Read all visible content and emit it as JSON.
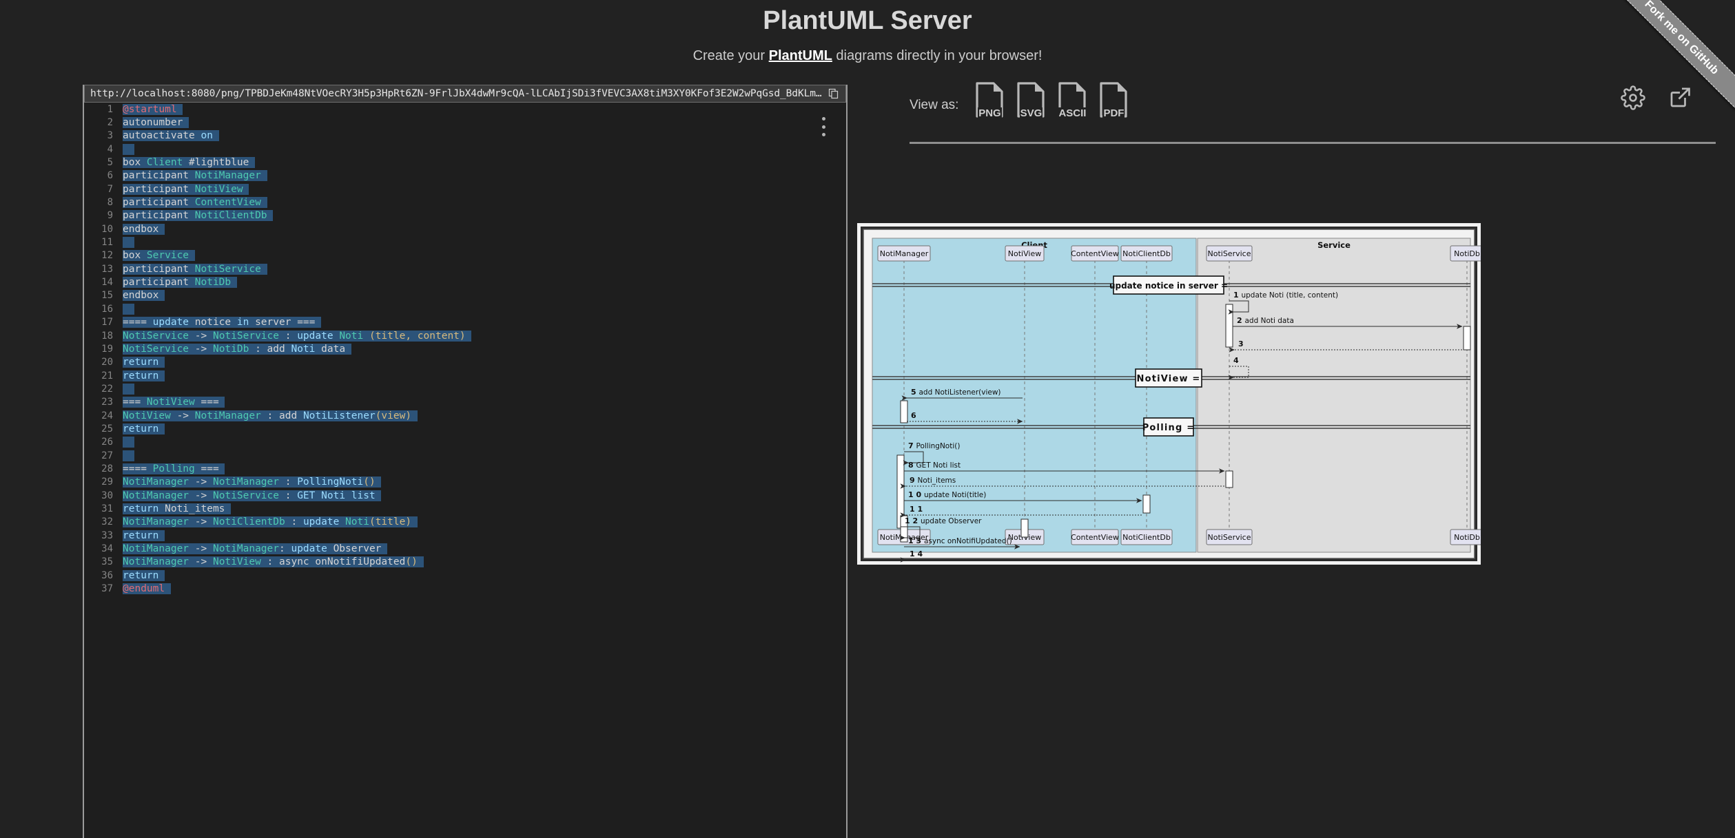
{
  "ribbon": {
    "label": "Fork me on GitHub"
  },
  "header": {
    "title": "PlantUML Server",
    "subtitle_before": "Create your ",
    "subtitle_link": "PlantUML",
    "subtitle_after": " diagrams directly in your browser!"
  },
  "editor": {
    "url": "http://localhost:8080/png/TPBDJeKm48NtVOecRY3H5p3HpRt6ZN-9FrlJbX4dwMr9cQA-lLCAbIjSDi3fVEVC3AX8tiM3XY0KFof3E2W2wPqGsd_BdKLm…",
    "copy_icon": "copy-icon",
    "menu_icon": "kebab-menu-icon",
    "lines": [
      {
        "n": 1,
        "segments": [
          {
            "t": "@startuml",
            "c": "tk-tag"
          }
        ]
      },
      {
        "n": 2,
        "segments": [
          {
            "t": "autonumber",
            "c": "tk-plain"
          }
        ]
      },
      {
        "n": 3,
        "segments": [
          {
            "t": "autoactivate ",
            "c": "tk-plain"
          },
          {
            "t": "on",
            "c": "tk-blue"
          }
        ]
      },
      {
        "n": 4,
        "segments": []
      },
      {
        "n": 5,
        "segments": [
          {
            "t": "box ",
            "c": "tk-plain"
          },
          {
            "t": "Client ",
            "c": "tk-type"
          },
          {
            "t": "#lightblue",
            "c": "tk-plain"
          }
        ]
      },
      {
        "n": 6,
        "segments": [
          {
            "t": "participant ",
            "c": "tk-plain"
          },
          {
            "t": "NotiManager",
            "c": "tk-type"
          }
        ]
      },
      {
        "n": 7,
        "segments": [
          {
            "t": "participant ",
            "c": "tk-plain"
          },
          {
            "t": "NotiView",
            "c": "tk-type"
          }
        ]
      },
      {
        "n": 8,
        "segments": [
          {
            "t": "participant ",
            "c": "tk-plain"
          },
          {
            "t": "ContentView",
            "c": "tk-type"
          }
        ]
      },
      {
        "n": 9,
        "segments": [
          {
            "t": "participant ",
            "c": "tk-plain"
          },
          {
            "t": "NotiClientDb",
            "c": "tk-type"
          }
        ]
      },
      {
        "n": 10,
        "segments": [
          {
            "t": "endbox",
            "c": "tk-plain"
          }
        ]
      },
      {
        "n": 11,
        "segments": []
      },
      {
        "n": 12,
        "segments": [
          {
            "t": "box ",
            "c": "tk-plain"
          },
          {
            "t": "Service",
            "c": "tk-type"
          }
        ]
      },
      {
        "n": 13,
        "segments": [
          {
            "t": "participant ",
            "c": "tk-plain"
          },
          {
            "t": "NotiService",
            "c": "tk-type"
          }
        ]
      },
      {
        "n": 14,
        "segments": [
          {
            "t": "participant ",
            "c": "tk-plain"
          },
          {
            "t": "NotiDb",
            "c": "tk-type"
          }
        ]
      },
      {
        "n": 15,
        "segments": [
          {
            "t": "endbox",
            "c": "tk-plain"
          }
        ]
      },
      {
        "n": 16,
        "segments": []
      },
      {
        "n": 17,
        "segments": [
          {
            "t": "==== ",
            "c": "tk-plain"
          },
          {
            "t": "update ",
            "c": "tk-blue"
          },
          {
            "t": "notice ",
            "c": "tk-plain"
          },
          {
            "t": "in ",
            "c": "tk-blue"
          },
          {
            "t": "server ",
            "c": "tk-plain"
          },
          {
            "t": "===",
            "c": "tk-plain"
          }
        ]
      },
      {
        "n": 18,
        "segments": [
          {
            "t": "NotiService ",
            "c": "tk-type"
          },
          {
            "t": "-> ",
            "c": "tk-arrow"
          },
          {
            "t": "NotiService ",
            "c": "tk-type"
          },
          {
            "t": ": ",
            "c": "tk-plain"
          },
          {
            "t": "update ",
            "c": "tk-blue"
          },
          {
            "t": "Noti ",
            "c": "tk-type"
          },
          {
            "t": "(title, content)",
            "c": "tk-paren"
          }
        ]
      },
      {
        "n": 19,
        "segments": [
          {
            "t": "NotiService ",
            "c": "tk-type"
          },
          {
            "t": "-> ",
            "c": "tk-arrow"
          },
          {
            "t": "NotiDb ",
            "c": "tk-type"
          },
          {
            "t": ": ",
            "c": "tk-plain"
          },
          {
            "t": "add ",
            "c": "tk-plain"
          },
          {
            "t": "Noti ",
            "c": "tk-blue"
          },
          {
            "t": "data",
            "c": "tk-plain"
          }
        ]
      },
      {
        "n": 20,
        "segments": [
          {
            "t": "return",
            "c": "tk-blue"
          }
        ]
      },
      {
        "n": 21,
        "segments": [
          {
            "t": "return",
            "c": "tk-blue"
          }
        ]
      },
      {
        "n": 22,
        "segments": []
      },
      {
        "n": 23,
        "segments": [
          {
            "t": "=== ",
            "c": "tk-plain"
          },
          {
            "t": "NotiView ",
            "c": "tk-type"
          },
          {
            "t": "===",
            "c": "tk-plain"
          }
        ]
      },
      {
        "n": 24,
        "segments": [
          {
            "t": "NotiView ",
            "c": "tk-type"
          },
          {
            "t": "-> ",
            "c": "tk-arrow"
          },
          {
            "t": "NotiManager ",
            "c": "tk-type"
          },
          {
            "t": ": ",
            "c": "tk-plain"
          },
          {
            "t": "add ",
            "c": "tk-plain"
          },
          {
            "t": "NotiListener",
            "c": "tk-blue"
          },
          {
            "t": "(view)",
            "c": "tk-paren"
          }
        ]
      },
      {
        "n": 25,
        "segments": [
          {
            "t": "return",
            "c": "tk-blue"
          }
        ]
      },
      {
        "n": 26,
        "segments": []
      },
      {
        "n": 27,
        "segments": []
      },
      {
        "n": 28,
        "segments": [
          {
            "t": "==== ",
            "c": "tk-plain"
          },
          {
            "t": "Polling ",
            "c": "tk-type"
          },
          {
            "t": "===",
            "c": "tk-plain"
          }
        ]
      },
      {
        "n": 29,
        "segments": [
          {
            "t": "NotiManager ",
            "c": "tk-type"
          },
          {
            "t": "-> ",
            "c": "tk-arrow"
          },
          {
            "t": "NotiManager ",
            "c": "tk-type"
          },
          {
            "t": ": ",
            "c": "tk-plain"
          },
          {
            "t": "PollingNoti",
            "c": "tk-blue"
          },
          {
            "t": "()",
            "c": "tk-paren"
          }
        ]
      },
      {
        "n": 30,
        "segments": [
          {
            "t": "NotiManager ",
            "c": "tk-type"
          },
          {
            "t": "-> ",
            "c": "tk-arrow"
          },
          {
            "t": "NotiService ",
            "c": "tk-type"
          },
          {
            "t": ": ",
            "c": "tk-plain"
          },
          {
            "t": "GET ",
            "c": "tk-blue"
          },
          {
            "t": "Noti ",
            "c": "tk-blue"
          },
          {
            "t": "list",
            "c": "tk-blue"
          }
        ]
      },
      {
        "n": 31,
        "segments": [
          {
            "t": "return ",
            "c": "tk-blue"
          },
          {
            "t": "Noti_items",
            "c": "tk-plain"
          }
        ]
      },
      {
        "n": 32,
        "segments": [
          {
            "t": "NotiManager ",
            "c": "tk-type"
          },
          {
            "t": "-> ",
            "c": "tk-arrow"
          },
          {
            "t": "NotiClientDb ",
            "c": "tk-type"
          },
          {
            "t": ": ",
            "c": "tk-plain"
          },
          {
            "t": "update ",
            "c": "tk-blue"
          },
          {
            "t": "Noti",
            "c": "tk-type"
          },
          {
            "t": "(title)",
            "c": "tk-paren"
          }
        ]
      },
      {
        "n": 33,
        "segments": [
          {
            "t": "return",
            "c": "tk-blue"
          }
        ]
      },
      {
        "n": 34,
        "segments": [
          {
            "t": "NotiManager ",
            "c": "tk-type"
          },
          {
            "t": "-> ",
            "c": "tk-arrow"
          },
          {
            "t": "NotiManager",
            "c": "tk-type"
          },
          {
            "t": ": ",
            "c": "tk-plain"
          },
          {
            "t": "update ",
            "c": "tk-blue"
          },
          {
            "t": "Observer",
            "c": "tk-plain"
          }
        ]
      },
      {
        "n": 35,
        "segments": [
          {
            "t": "NotiManager ",
            "c": "tk-type"
          },
          {
            "t": "-> ",
            "c": "tk-arrow"
          },
          {
            "t": "NotiView ",
            "c": "tk-type"
          },
          {
            "t": ": ",
            "c": "tk-plain"
          },
          {
            "t": "async ",
            "c": "tk-plain"
          },
          {
            "t": "onNotifiUpdated",
            "c": "tk-plain"
          },
          {
            "t": "()",
            "c": "tk-paren"
          }
        ]
      },
      {
        "n": 36,
        "segments": [
          {
            "t": "return",
            "c": "tk-blue"
          }
        ]
      },
      {
        "n": 37,
        "segments": [
          {
            "t": "@enduml",
            "c": "tk-tag"
          }
        ]
      }
    ]
  },
  "preview": {
    "view_as_label": "View as:",
    "formats": [
      {
        "label": "PNG",
        "icon": "file-png-icon"
      },
      {
        "label": "SVG",
        "icon": "file-svg-icon"
      },
      {
        "label": "ASCII",
        "icon": "file-ascii-icon"
      },
      {
        "label": "PDF",
        "icon": "file-pdf-icon"
      }
    ],
    "settings_icon": "gear-icon",
    "open_external_icon": "external-link-icon"
  },
  "diagram": {
    "boxes": [
      {
        "name": "Client",
        "color": "#ADD8E6"
      },
      {
        "name": "Service",
        "color": "#DDDDDD"
      }
    ],
    "participants": [
      {
        "name": "NotiManager",
        "group": "Client"
      },
      {
        "name": "NotiView",
        "group": "Client"
      },
      {
        "name": "ContentView",
        "group": "Client"
      },
      {
        "name": "NotiClientDb",
        "group": "Client"
      },
      {
        "name": "NotiService",
        "group": "Service"
      },
      {
        "name": "NotiDb",
        "group": "Service"
      }
    ],
    "dividers": [
      {
        "label": "update notice in server ="
      },
      {
        "label": "NotiView ="
      },
      {
        "label": "Polling ="
      }
    ],
    "messages": [
      {
        "num": "1",
        "text": "update Noti (title, content)",
        "from": "NotiService",
        "to": "NotiService",
        "style": "solid",
        "self": true
      },
      {
        "num": "2",
        "text": "add Noti data",
        "from": "NotiService",
        "to": "NotiDb",
        "style": "solid",
        "self": false
      },
      {
        "num": "3",
        "text": "",
        "from": "NotiDb",
        "to": "NotiService",
        "style": "dotted",
        "self": false
      },
      {
        "num": "4",
        "text": "",
        "from": "NotiService",
        "to": "NotiService",
        "style": "dotted",
        "self": true
      },
      {
        "num": "5",
        "text": "add NotiListener(view)",
        "from": "NotiView",
        "to": "NotiManager",
        "style": "solid",
        "self": false
      },
      {
        "num": "6",
        "text": "",
        "from": "NotiManager",
        "to": "NotiView",
        "style": "dotted",
        "self": false
      },
      {
        "num": "7",
        "text": "PollingNoti()",
        "from": "NotiManager",
        "to": "NotiManager",
        "style": "solid",
        "self": true
      },
      {
        "num": "8",
        "text": "GET Noti list",
        "from": "NotiManager",
        "to": "NotiService",
        "style": "solid",
        "self": false
      },
      {
        "num": "9",
        "text": "Noti_items",
        "from": "NotiService",
        "to": "NotiManager",
        "style": "dotted",
        "self": false
      },
      {
        "num": "1 0",
        "text": "update Noti(title)",
        "from": "NotiManager",
        "to": "NotiClientDb",
        "style": "solid",
        "self": false
      },
      {
        "num": "1 1",
        "text": "",
        "from": "NotiClientDb",
        "to": "NotiManager",
        "style": "dotted",
        "self": false
      },
      {
        "num": "1 2",
        "text": "update Observer",
        "from": "NotiManager",
        "to": "NotiManager",
        "style": "solid",
        "self": true
      },
      {
        "num": "1 3",
        "text": "async onNotifiUpdated()",
        "from": "NotiManager",
        "to": "NotiView",
        "style": "solid",
        "self": false
      },
      {
        "num": "1 4",
        "text": "",
        "from": "NotiView",
        "to": "NotiManager",
        "style": "dotted",
        "self": false
      }
    ]
  }
}
